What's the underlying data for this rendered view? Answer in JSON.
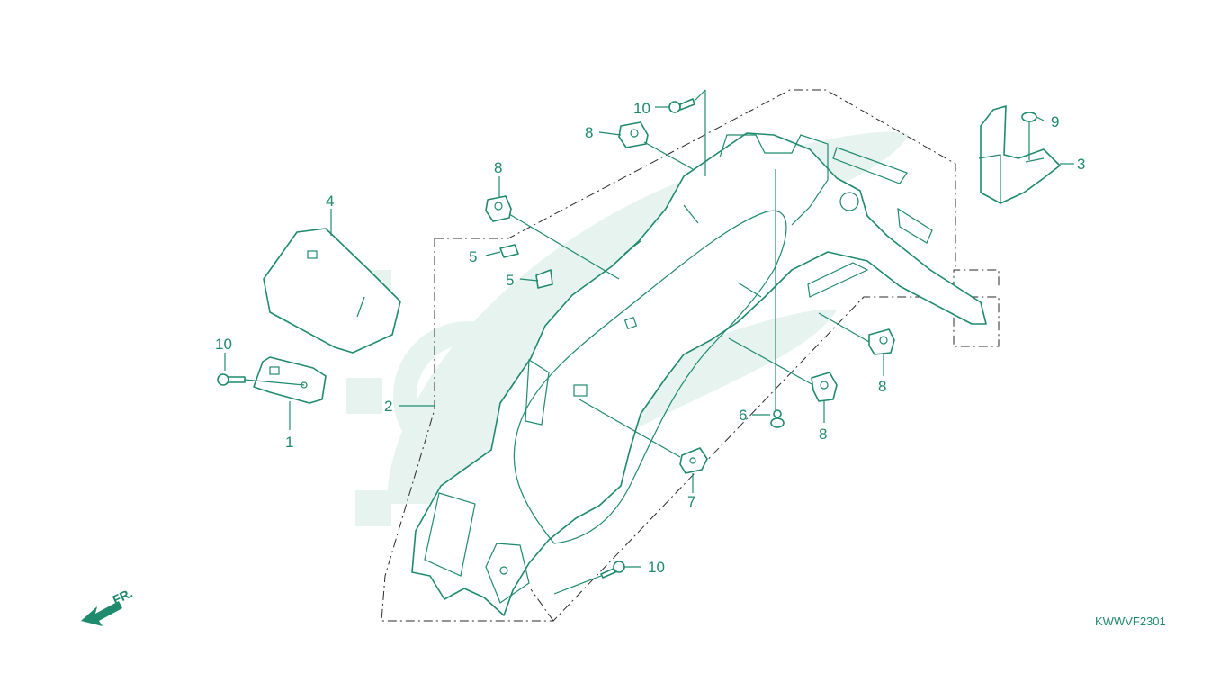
{
  "diagram": {
    "drawing_code": "KWWVF2301",
    "direction_label": "FR.",
    "colors": {
      "line": "#1f8a6e",
      "dash": "#2a2a2a",
      "watermark": "#e6f3ee",
      "background": "#ffffff"
    },
    "callouts": {
      "c1": "1",
      "c2": "2",
      "c3": "3",
      "c4": "4",
      "c5a": "5",
      "c5b": "5",
      "c6": "6",
      "c7": "7",
      "c8a": "8",
      "c8b": "8",
      "c8c": "8",
      "c8d": "8",
      "c9": "9",
      "c10a": "10",
      "c10b": "10",
      "c10c": "10"
    }
  }
}
